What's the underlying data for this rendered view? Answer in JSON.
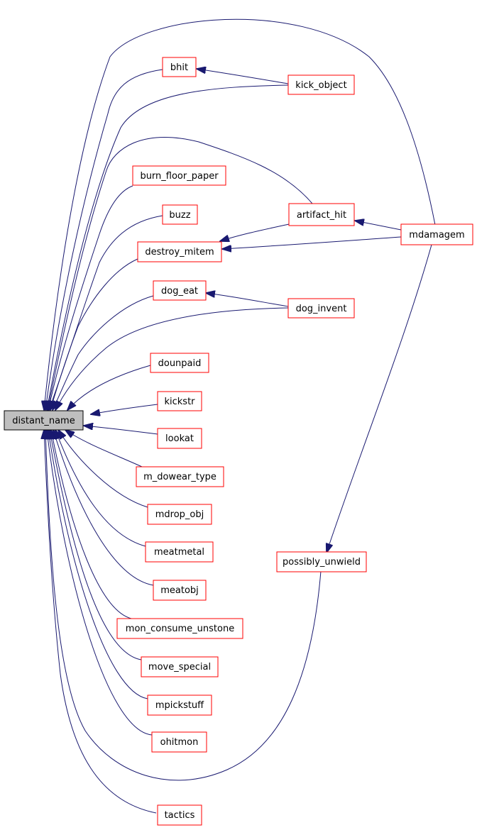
{
  "diagram": {
    "root": "distant_name",
    "colors": {
      "edge": "#191970",
      "node_border": "#ff0000",
      "root_fill": "#bfbfbf",
      "root_border": "#000000",
      "node_fill": "#ffffff"
    },
    "nodes": {
      "distant_name": "distant_name",
      "bhit": "bhit",
      "kick_object": "kick_object",
      "burn_floor_paper": "burn_floor_paper",
      "buzz": "buzz",
      "artifact_hit": "artifact_hit",
      "mdamagem": "mdamagem",
      "destroy_mitem": "destroy_mitem",
      "dog_eat": "dog_eat",
      "dog_invent": "dog_invent",
      "dounpaid": "dounpaid",
      "kickstr": "kickstr",
      "lookat": "lookat",
      "m_dowear_type": "m_dowear_type",
      "mdrop_obj": "mdrop_obj",
      "meatmetal": "meatmetal",
      "possibly_unwield": "possibly_unwield",
      "meatobj": "meatobj",
      "mon_consume_unstone": "mon_consume_unstone",
      "move_special": "move_special",
      "mpickstuff": "mpickstuff",
      "ohitmon": "ohitmon",
      "tactics": "tactics"
    },
    "edges": [
      {
        "from": "bhit",
        "to": "distant_name"
      },
      {
        "from": "kick_object",
        "to": "bhit"
      },
      {
        "from": "kick_object",
        "to": "distant_name"
      },
      {
        "from": "mdamagem",
        "to": "distant_name"
      },
      {
        "from": "artifact_hit",
        "to": "distant_name"
      },
      {
        "from": "burn_floor_paper",
        "to": "distant_name"
      },
      {
        "from": "buzz",
        "to": "distant_name"
      },
      {
        "from": "artifact_hit",
        "to": "destroy_mitem"
      },
      {
        "from": "mdamagem",
        "to": "artifact_hit"
      },
      {
        "from": "mdamagem",
        "to": "destroy_mitem"
      },
      {
        "from": "destroy_mitem",
        "to": "distant_name"
      },
      {
        "from": "dog_eat",
        "to": "distant_name"
      },
      {
        "from": "dog_invent",
        "to": "dog_eat"
      },
      {
        "from": "dog_invent",
        "to": "distant_name"
      },
      {
        "from": "dounpaid",
        "to": "distant_name"
      },
      {
        "from": "kickstr",
        "to": "distant_name"
      },
      {
        "from": "lookat",
        "to": "distant_name"
      },
      {
        "from": "m_dowear_type",
        "to": "distant_name"
      },
      {
        "from": "mdrop_obj",
        "to": "distant_name"
      },
      {
        "from": "meatmetal",
        "to": "distant_name"
      },
      {
        "from": "meatobj",
        "to": "distant_name"
      },
      {
        "from": "mon_consume_unstone",
        "to": "distant_name"
      },
      {
        "from": "move_special",
        "to": "distant_name"
      },
      {
        "from": "mpickstuff",
        "to": "distant_name"
      },
      {
        "from": "ohitmon",
        "to": "distant_name"
      },
      {
        "from": "possibly_unwield",
        "to": "distant_name"
      },
      {
        "from": "mdamagem",
        "to": "possibly_unwield"
      },
      {
        "from": "tactics",
        "to": "distant_name"
      }
    ]
  }
}
